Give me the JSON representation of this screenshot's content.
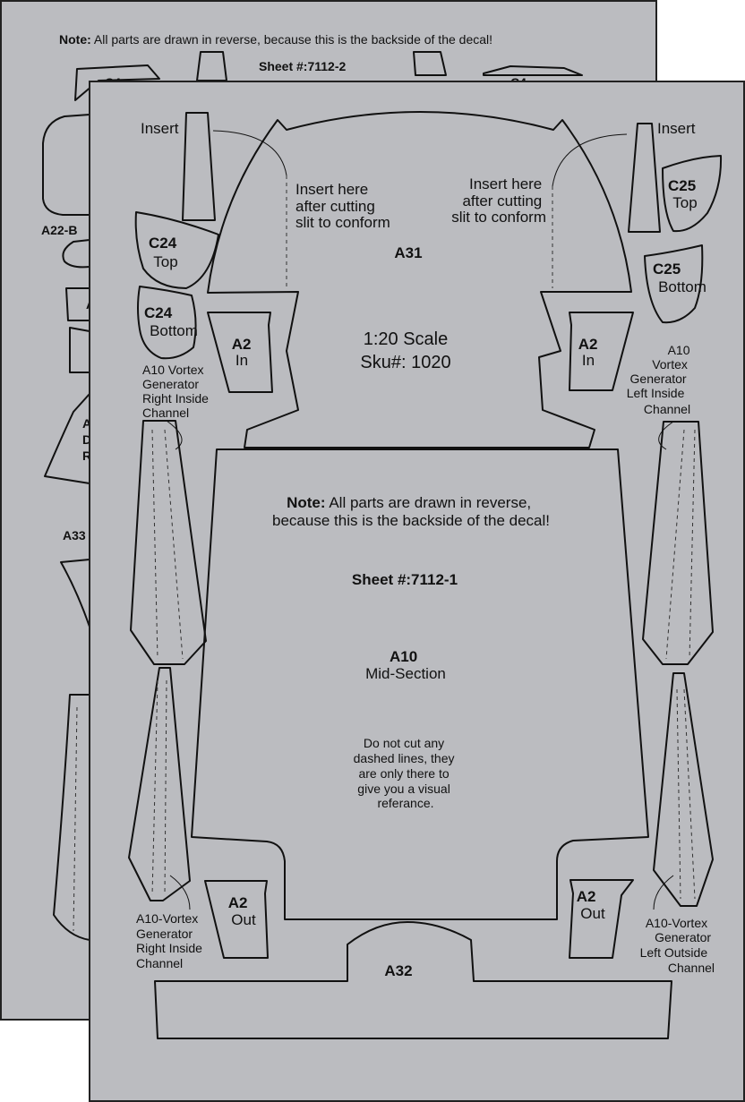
{
  "back_sheet": {
    "note_bold": "Note:",
    "note_text": " All parts are drawn in reverse, because this is the backside of the decal!",
    "sheet_id": "Sheet #:7112-2",
    "labels": {
      "a22b": "A22-B",
      "a33": "A33",
      "c24_partial": "C4",
      "c24_partial_right": "C4",
      "a_partial": "A",
      "a_partial_2": "A",
      "d_partial": "D",
      "r_partial": "R"
    }
  },
  "front_sheet": {
    "scale": "1:20 Scale",
    "sku": "Sku#: 1020",
    "note_bold": "Note:",
    "note_line1": " All parts are drawn in reverse,",
    "note_line2": "because this is the backside of the decal!",
    "sheet_id": "Sheet #:7112-1",
    "mid_section_code": "A10",
    "mid_section_name": "Mid-Section",
    "dashed_note": [
      "Do not cut any",
      "dashed lines, they",
      "are only there to",
      "give you a visual",
      "referance."
    ],
    "insert_left": "Insert",
    "insert_right": "Insert",
    "insert_instr_left": [
      "Insert here",
      "after cutting",
      "slit to conform"
    ],
    "insert_instr_right": [
      "Insert here",
      "after cutting",
      "slit to conform"
    ],
    "a31": "A31",
    "a32": "A32",
    "c24_code": "C24",
    "c24_top": "Top",
    "c24_bottom": "Bottom",
    "c25_code": "C25",
    "c25_top": "Top",
    "c25_bottom": "Bottom",
    "a2_code": "A2",
    "a2_in": "In",
    "a2_out": "Out",
    "vortex_right_inside_top": [
      "A10 Vortex",
      "Generator",
      "Right Inside",
      "Channel"
    ],
    "vortex_left_inside_top": [
      "A10",
      "Vortex",
      "Generator",
      "Left Inside",
      "Channel"
    ],
    "vortex_right_inside_bottom": [
      "A10-Vortex",
      "Generator",
      "Right Inside",
      "Channel"
    ],
    "vortex_left_outside_bottom": [
      "A10-Vortex",
      "Generator",
      "Left Outside",
      "Channel"
    ]
  },
  "colors": {
    "sheet_fill": "#bbbcc0",
    "border": "#222222",
    "background": "#ffffff"
  }
}
